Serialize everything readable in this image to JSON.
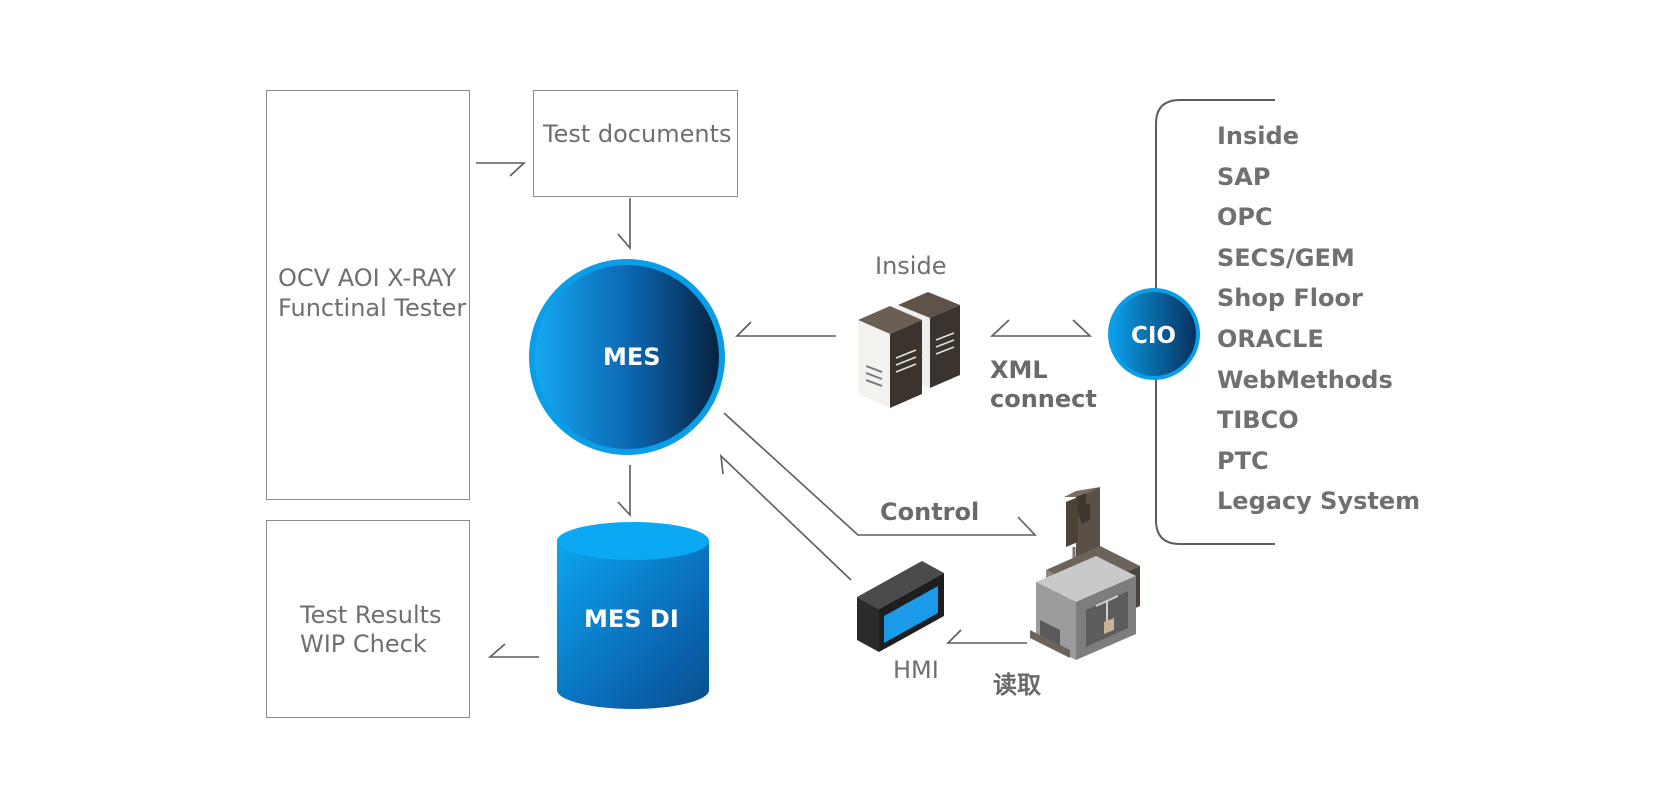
{
  "diagram": {
    "tester_box": {
      "line1": "OCV  AOI X-RAY",
      "line2": "Functinal Tester"
    },
    "test_documents": "Test documents",
    "results_box": {
      "line1": "Test Results",
      "line2": "WIP Check"
    },
    "mes_label": "MES",
    "mes_di_label": "MES  DI",
    "inside_label": "Inside",
    "xml_connect": {
      "line1": "XML",
      "line2": "connect"
    },
    "cio_label": "CIO",
    "cio_systems": [
      "Inside",
      "SAP",
      "OPC",
      "SECS/GEM",
      "Shop Floor",
      "ORACLE",
      "WebMethods",
      "TIBCO",
      "PTC",
      "Legacy System"
    ],
    "control_label": "Control",
    "hmi_label": "HMI",
    "read_label": "读取",
    "colors": {
      "accent_blue": "#0a9ee8",
      "dark_blue": "#062b55",
      "line_gray": "#5c5c5c",
      "text_gray": "#6f6f6f"
    }
  }
}
